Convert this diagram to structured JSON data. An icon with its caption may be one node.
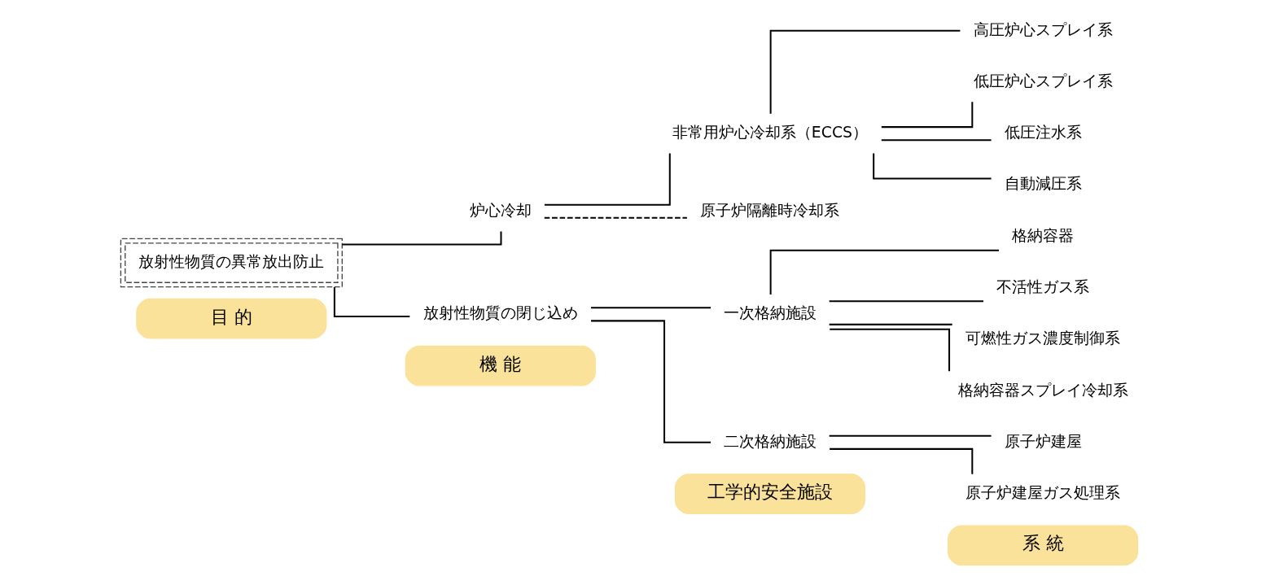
{
  "diagram": {
    "nodes": [
      {
        "text": [
          "目 的"
        ]
      },
      {
        "text": [
          "機 能"
        ]
      },
      {
        "text": [
          "工学的安全施設"
        ]
      },
      {
        "text": [
          "系 統"
        ]
      },
      {
        "text": [
          "放射性物質の異常放出防止"
        ]
      },
      {
        "text": [
          "炉心冷却"
        ]
      },
      {
        "text": [
          "放射性物質の閉じ込め"
        ]
      },
      {
        "text": [
          "非常用炉心冷却系（ECCS）"
        ]
      },
      {
        "text": [
          "原子炉隔離時冷却系"
        ]
      },
      {
        "text": [
          "高圧炉心スプレイ系"
        ]
      },
      {
        "text": [
          "低圧炉心スプレイ系"
        ]
      },
      {
        "text": [
          "低圧注水系"
        ]
      },
      {
        "text": [
          "自動減圧系"
        ]
      },
      {
        "text": [
          "一次格納施設"
        ]
      },
      {
        "text": [
          "二次格納施設"
        ]
      },
      {
        "text": [
          "格納容器"
        ]
      },
      {
        "text": [
          "不活性ガス系"
        ]
      },
      {
        "text": [
          "可燃性ガス濃度制御系"
        ]
      },
      {
        "text": [
          "格納容器スプレイ冷却系"
        ]
      },
      {
        "text": [
          "原子炉建屋"
        ]
      },
      {
        "text": [
          "原子炉建屋ガス処理系"
        ]
      }
    ],
    "edges": [
      {
        "from": 4,
        "to": 5,
        "arrow": "none"
      },
      {
        "from": 4,
        "to": 6,
        "arrow": "none"
      },
      {
        "from": 5,
        "to": 7,
        "arrow": "none"
      },
      {
        "from": 5,
        "to": 8,
        "arrow": "none",
        "style": "dashed"
      },
      {
        "from": 7,
        "to": 9,
        "arrow": "none"
      },
      {
        "from": 7,
        "to": 10,
        "arrow": "none"
      },
      {
        "from": 7,
        "to": 11,
        "arrow": "none"
      },
      {
        "from": 7,
        "to": 12,
        "arrow": "none"
      },
      {
        "from": 6,
        "to": 13,
        "arrow": "none"
      },
      {
        "from": 6,
        "to": 14,
        "arrow": "none"
      },
      {
        "from": 13,
        "to": 15,
        "arrow": "none"
      },
      {
        "from": 13,
        "to": 16,
        "arrow": "none"
      },
      {
        "from": 13,
        "to": 17,
        "arrow": "none"
      },
      {
        "from": 13,
        "to": 18,
        "arrow": "none"
      },
      {
        "from": 14,
        "to": 19,
        "arrow": "none"
      },
      {
        "from": 14,
        "to": 20,
        "arrow": "none"
      }
    ]
  }
}
